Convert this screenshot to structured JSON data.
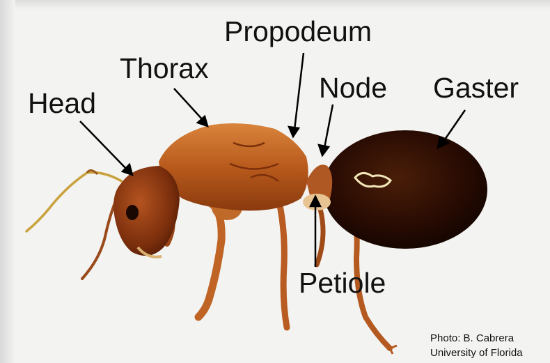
{
  "labels": {
    "head": "Head",
    "thorax": "Thorax",
    "propodeum": "Propodeum",
    "node": "Node",
    "gaster": "Gaster",
    "petiole": "Petiole"
  },
  "credit": {
    "line1": "Photo: B. Cabrera",
    "line2": "University of Florida"
  }
}
